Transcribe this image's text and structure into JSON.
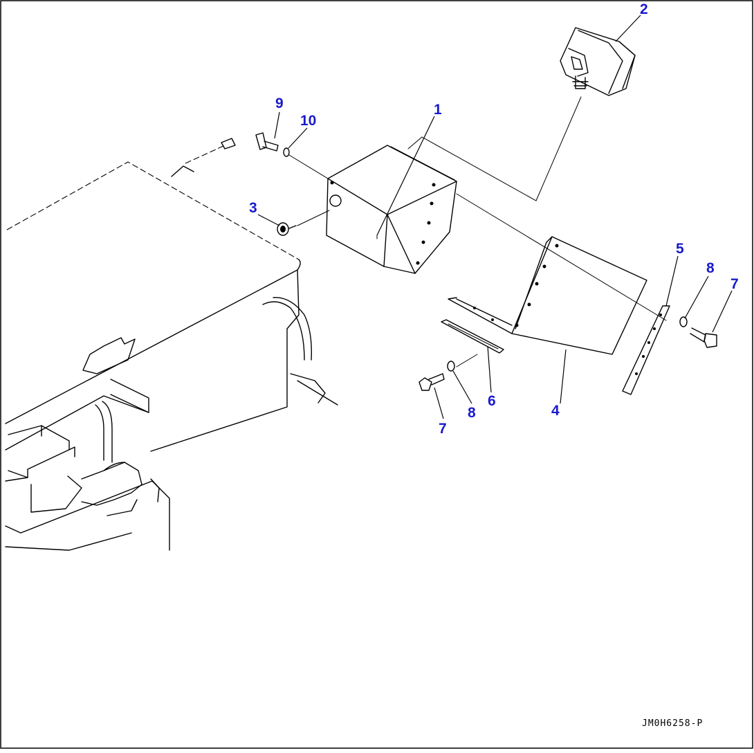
{
  "diagram": {
    "callouts": [
      {
        "id": "1",
        "text": "1"
      },
      {
        "id": "2",
        "text": "2"
      },
      {
        "id": "3",
        "text": "3"
      },
      {
        "id": "4",
        "text": "4"
      },
      {
        "id": "5",
        "text": "5"
      },
      {
        "id": "6",
        "text": "6"
      },
      {
        "id": "7a",
        "text": "7"
      },
      {
        "id": "7b",
        "text": "7"
      },
      {
        "id": "8a",
        "text": "8"
      },
      {
        "id": "8b",
        "text": "8"
      },
      {
        "id": "9",
        "text": "9"
      },
      {
        "id": "10",
        "text": "10"
      }
    ],
    "reference_code": "JM0H6258-P",
    "callout_color": "#1a1acc",
    "line_color": "#000000"
  }
}
